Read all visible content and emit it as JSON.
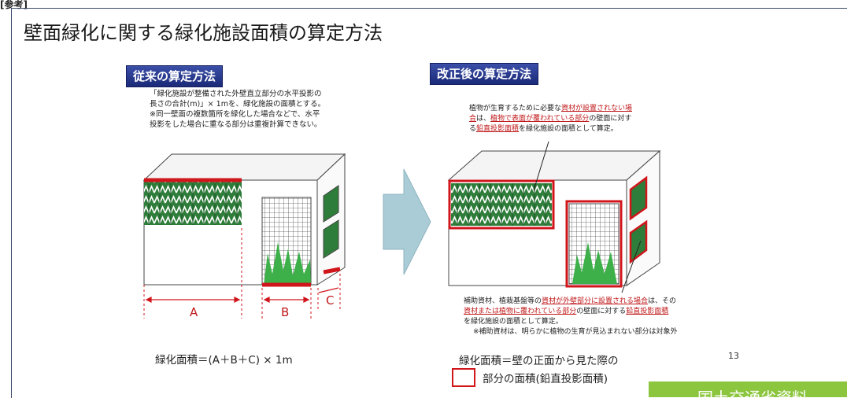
{
  "corner_text": "[参考]",
  "title": "壁面緑化に関する緑化施設面積の算定方法",
  "left": {
    "heading": "従来の算定方法",
    "note_lines": [
      "「緑化施設が整備された外壁直立部分の水平投影の",
      "長さの合計(m)」× 1mを、緑化施設の面積とする。",
      "※同一壁面の複数箇所を緑化した場合などで、水平",
      "投影をした場合に重なる部分は重複計算できない。"
    ],
    "dim_a": "A",
    "dim_b": "B",
    "dim_c": "C",
    "formula": "緑化面積＝(A＋B＋C) × 1m"
  },
  "right": {
    "heading": "改正後の算定方法",
    "top_note": {
      "l1_a": "植物が生育するために必要な",
      "l1_b": "資材が設置されない場",
      "l2_a": "合",
      "l2_b": "は、",
      "l2_c": "植物で表面が覆われている部分",
      "l2_d": "の壁面に対す",
      "l3_a": "る",
      "l3_b": "鉛直投影面積",
      "l3_c": "を緑化施設の面積として算定。"
    },
    "bottom_note": {
      "l1_a": "補助資材、植栽基盤等の",
      "l1_b": "資材が外壁部分に設置される場合",
      "l1_c": "は、その",
      "l2_a": "資材または植物に覆われている部分",
      "l2_b": "の壁面に対する",
      "l2_c": "鉛直投影面積",
      "l3": "を緑化施設の面積として算定。",
      "l4": "※補助資材は、明らかに植物の生育が見込まれない部分は対象外"
    },
    "formula_line1": "緑化面積＝壁の正面から見た際の",
    "formula_line2": "部分の面積(鉛直投影面積)"
  },
  "page_number": "13",
  "source_badge": "国土交通省資料",
  "colors": {
    "heading_bg": "#2a3c96",
    "red": "#d0151b",
    "green": "#2a8a3a",
    "arrow": "#a9ccd6",
    "badge": "#8cc63f"
  }
}
